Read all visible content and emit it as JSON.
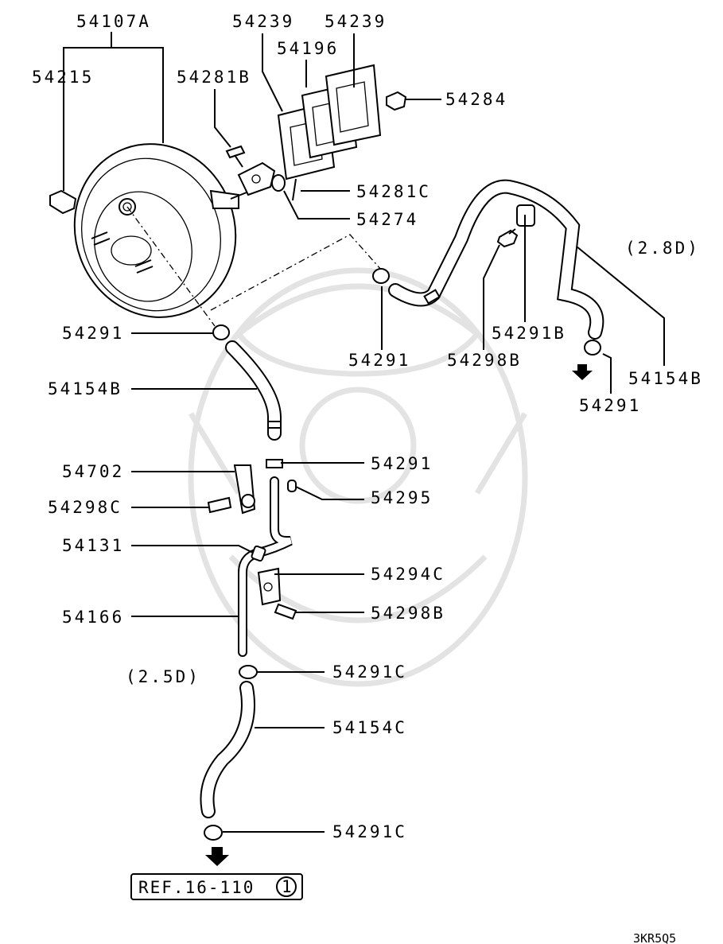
{
  "labels": {
    "booster": "54107A",
    "check_valve": "54215",
    "bolt_281b": "54281B",
    "gasket_a": "54239",
    "gasket_b": "54239",
    "spacer": "54196",
    "nut_284": "54284",
    "pin_281c": "54281C",
    "washer_274": "54274",
    "clamp_left": "54291",
    "clamp_mid": "54291",
    "clamp_right": "54291",
    "clamp_hose_bottom": "54291",
    "hose_154b_left": "54154B",
    "hose_154b_right": "54154B",
    "bolt_298b_right": "54298B",
    "clamp_291b": "54291B",
    "bracket_702": "54702",
    "bolt_298c": "54298C",
    "cap_295": "54295",
    "pipe_131": "54131",
    "bracket_294c": "54294C",
    "bolt_298b_lower": "54298B",
    "pipe_166": "54166",
    "clamp_291c_upper": "54291C",
    "hose_154c": "54154C",
    "clamp_291c_lower": "54291C",
    "variant_28d": "(2.8D)",
    "variant_25d": "(2.5D)",
    "ref_text": "REF.16-110",
    "ref_circle": "1",
    "drawing_code": "3KR5Q5"
  },
  "icons": {
    "arrow": "down-arrow-icon",
    "watermark": "samurai-helmet-watermark"
  }
}
